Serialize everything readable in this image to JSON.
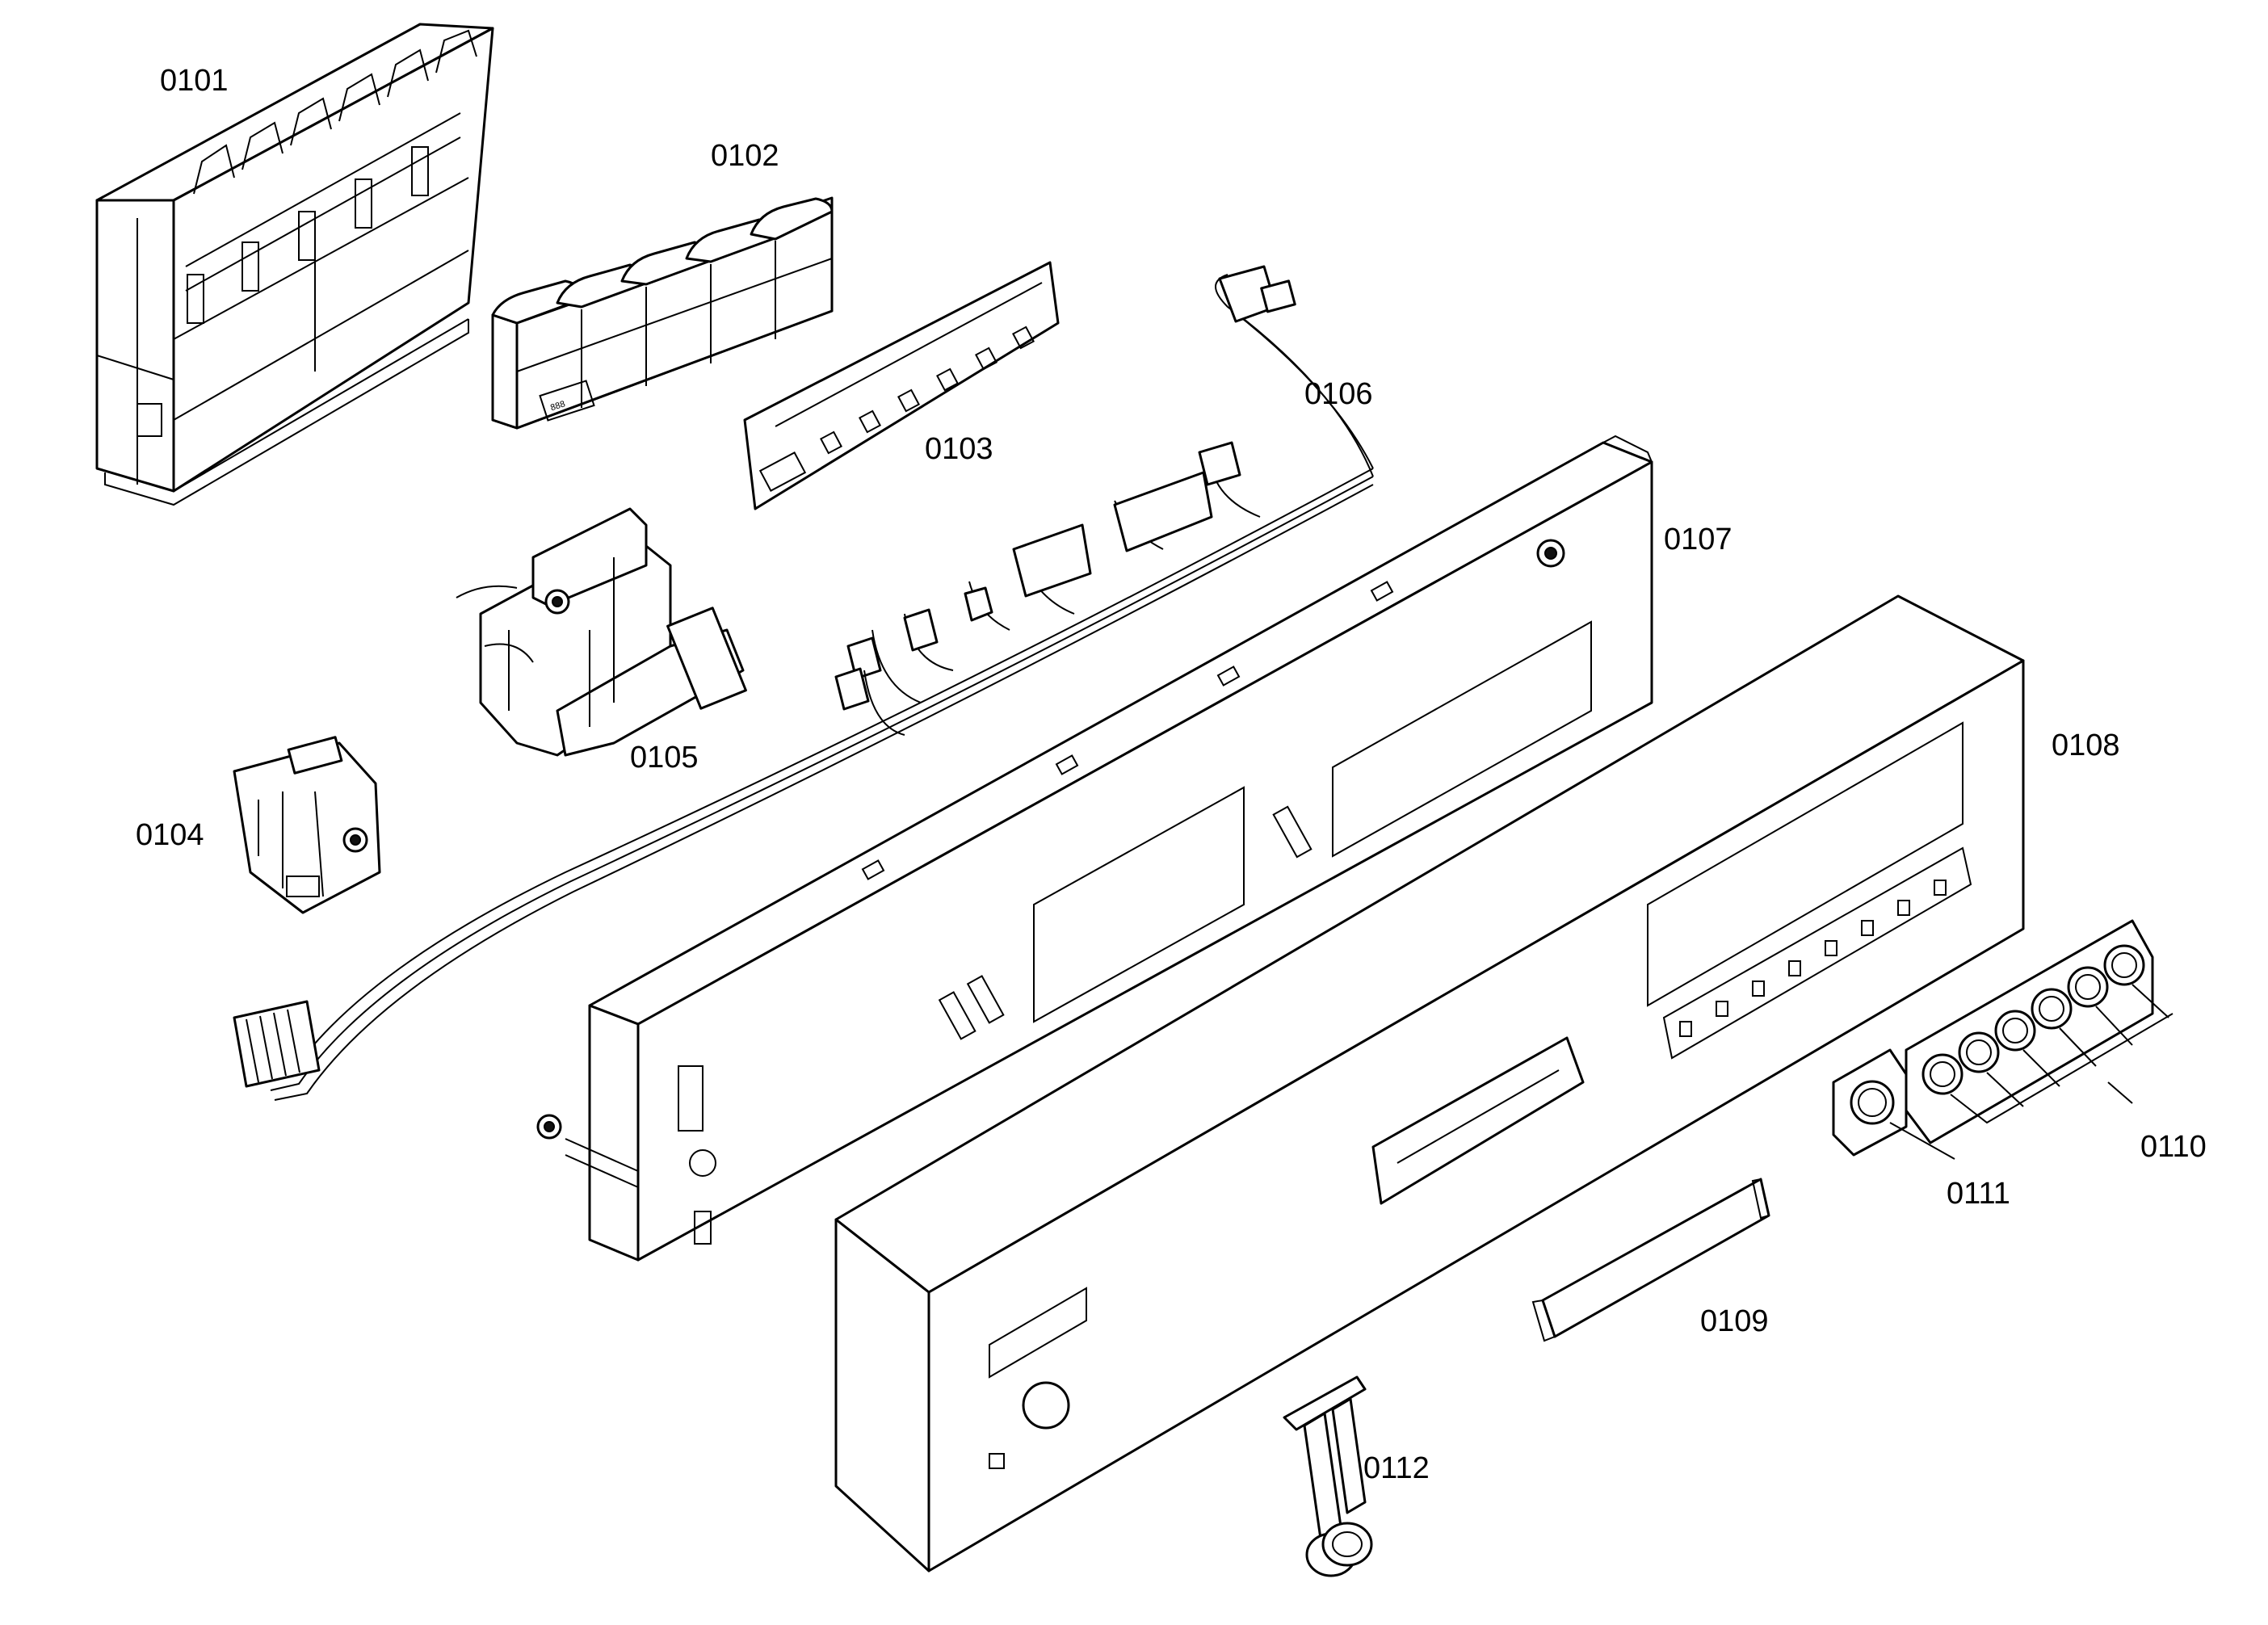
{
  "diagram": {
    "parts": [
      {
        "id": "0101"
      },
      {
        "id": "0102"
      },
      {
        "id": "0103"
      },
      {
        "id": "0104"
      },
      {
        "id": "0105"
      },
      {
        "id": "0106"
      },
      {
        "id": "0107"
      },
      {
        "id": "0108"
      },
      {
        "id": "0109"
      },
      {
        "id": "0110"
      },
      {
        "id": "0111"
      },
      {
        "id": "0112"
      }
    ],
    "label_text": {
      "p0101": "0101",
      "p0102": "0102",
      "p0103": "0103",
      "p0104": "0104",
      "p0105": "0105",
      "p0106": "0106",
      "p0107": "0107",
      "p0108": "0108",
      "p0109": "0109",
      "p0110": "0110",
      "p0111": "0111",
      "p0112": "0112"
    },
    "display_digits": "888"
  }
}
